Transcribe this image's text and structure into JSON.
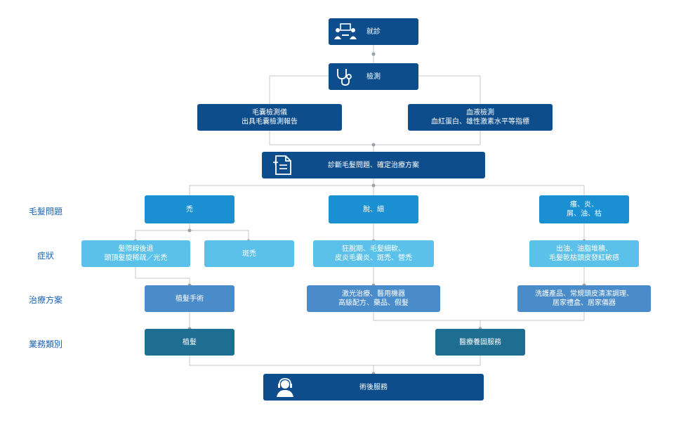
{
  "colors": {
    "primary_box": "#0d4d8c",
    "problem_box": "#1a8fd1",
    "symptom_box": "#5bc1ea",
    "treatment_box": "#4a8bc9",
    "business_box": "#1e6e92",
    "connector": "#c7c7c7",
    "row_label": "#1c63b4"
  },
  "row_labels": {
    "problems": "毛髮問題",
    "symptoms": "症狀",
    "treatment": "治療方案",
    "business": "業務類別"
  },
  "nodes": {
    "visit": "就診",
    "test": "檢測",
    "hair_test": "毛囊檢測儀\n出具毛囊檢測報告",
    "blood_test": "血液檢測\n血紅蛋白、雄性激素水平等指標",
    "diagnosis": "診斷毛髮問題、確定治療方案",
    "problem_bald": "禿",
    "problem_loss": "脫、細",
    "problem_scalp": "癢、炎、\n屑、油、枯",
    "symptom_hairline": "髮際線後退\n頭頂髮旋稀疏／光禿",
    "symptom_baldness": "斑禿",
    "symptom_loss": "狂脫期、毛髮細軟、\n皮炎毛囊炎、斑禿、營禿",
    "symptom_scalp": "出油、油脂堆積、\n毛髮乾枯頭皮發紅敏感",
    "treat_transplant": "植髮手術",
    "treat_laser": "激光治療、醫用機器\n高級配方、藥品、假髮",
    "treat_care": "洗護產品、常規頭皮清潔調理、\n居家禮盒、居家儀器",
    "biz_transplant": "植髮",
    "biz_medical": "醫療養固服務",
    "aftercare": "術後服務"
  },
  "icons": {
    "visit": "doctor-consultation-icon",
    "test": "stethoscope-icon",
    "diagnosis": "report-document-icon",
    "aftercare": "customer-service-icon"
  }
}
